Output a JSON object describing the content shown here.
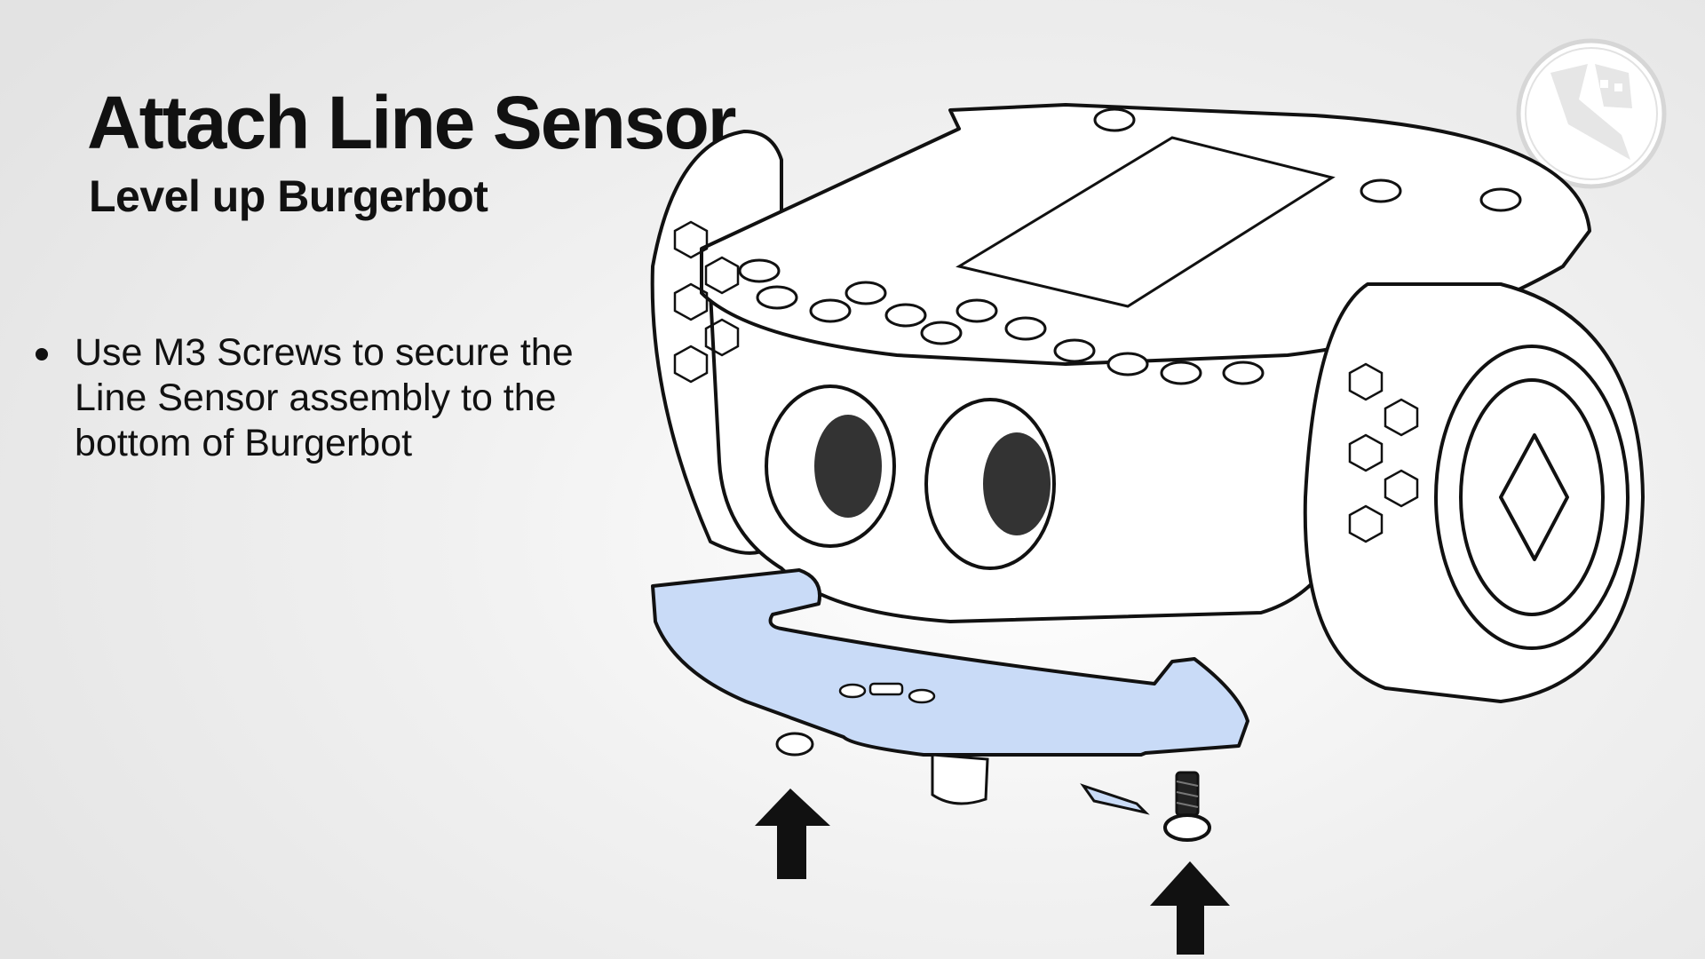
{
  "slide": {
    "title": "Attach Line Sensor",
    "subtitle": "Level up Burgerbot",
    "bullets": [
      "Use M3 Screws to secure the Line Sensor assembly to the bottom of Burgerbot"
    ]
  },
  "colors": {
    "text": "#111111",
    "sensor_highlight": "#c9dbf7",
    "outline": "#111111"
  },
  "icons": [
    "logo-icon",
    "robot-illustration",
    "arrow-up-icon",
    "screw-icon"
  ]
}
